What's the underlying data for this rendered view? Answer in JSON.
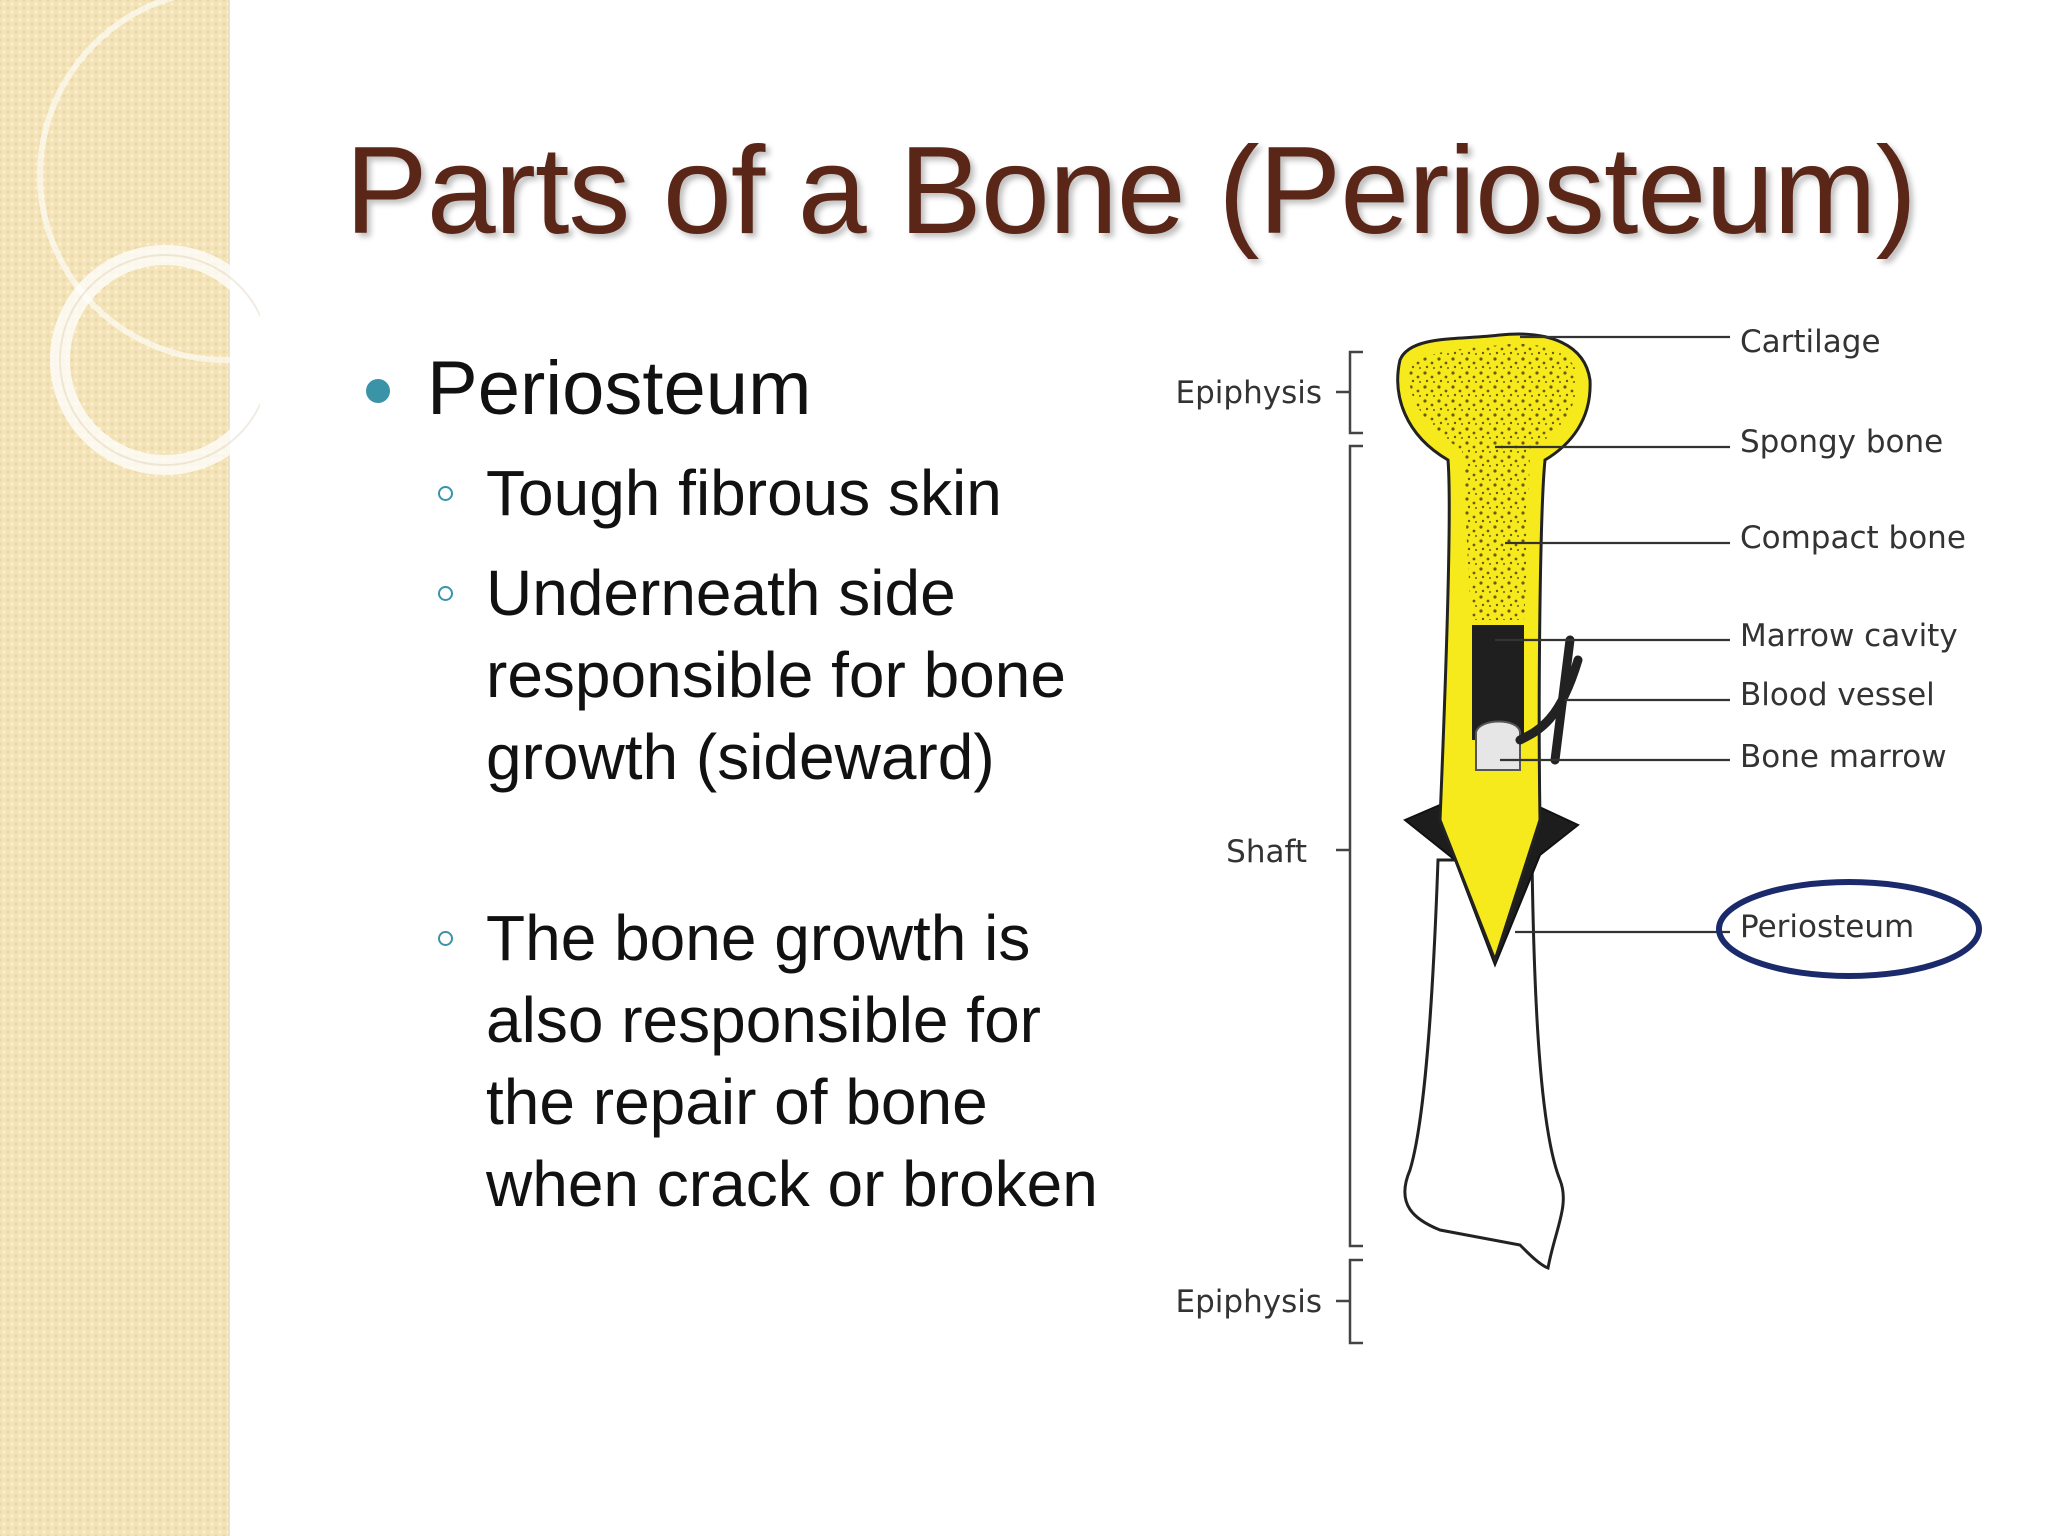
{
  "slide": {
    "title": "Parts of a Bone (Periosteum)",
    "bullet": "Periosteum",
    "sub_bullets": [
      "Tough fibrous skin",
      "Underneath side responsible for bone growth (sideward)",
      "The bone growth is also responsible for the repair of bone when crack or broken"
    ]
  },
  "diagram": {
    "labels": {
      "epiphysis_top": "Epiphysis",
      "shaft": "Shaft",
      "epiphysis_bottom": "Epiphysis",
      "cartilage": "Cartilage",
      "spongy_bone": "Spongy bone",
      "compact_bone": "Compact bone",
      "marrow_cavity": "Marrow cavity",
      "blood_vessel": "Blood vessel",
      "bone_marrow": "Bone marrow",
      "periosteum": "Periosteum"
    }
  },
  "colors": {
    "title": "#5a2618",
    "bullet_accent": "#3b93a8",
    "side_band": "#f3e3b6",
    "bone_yellow": "#f6ea1c",
    "highlight_ellipse": "#1b2a6b"
  }
}
